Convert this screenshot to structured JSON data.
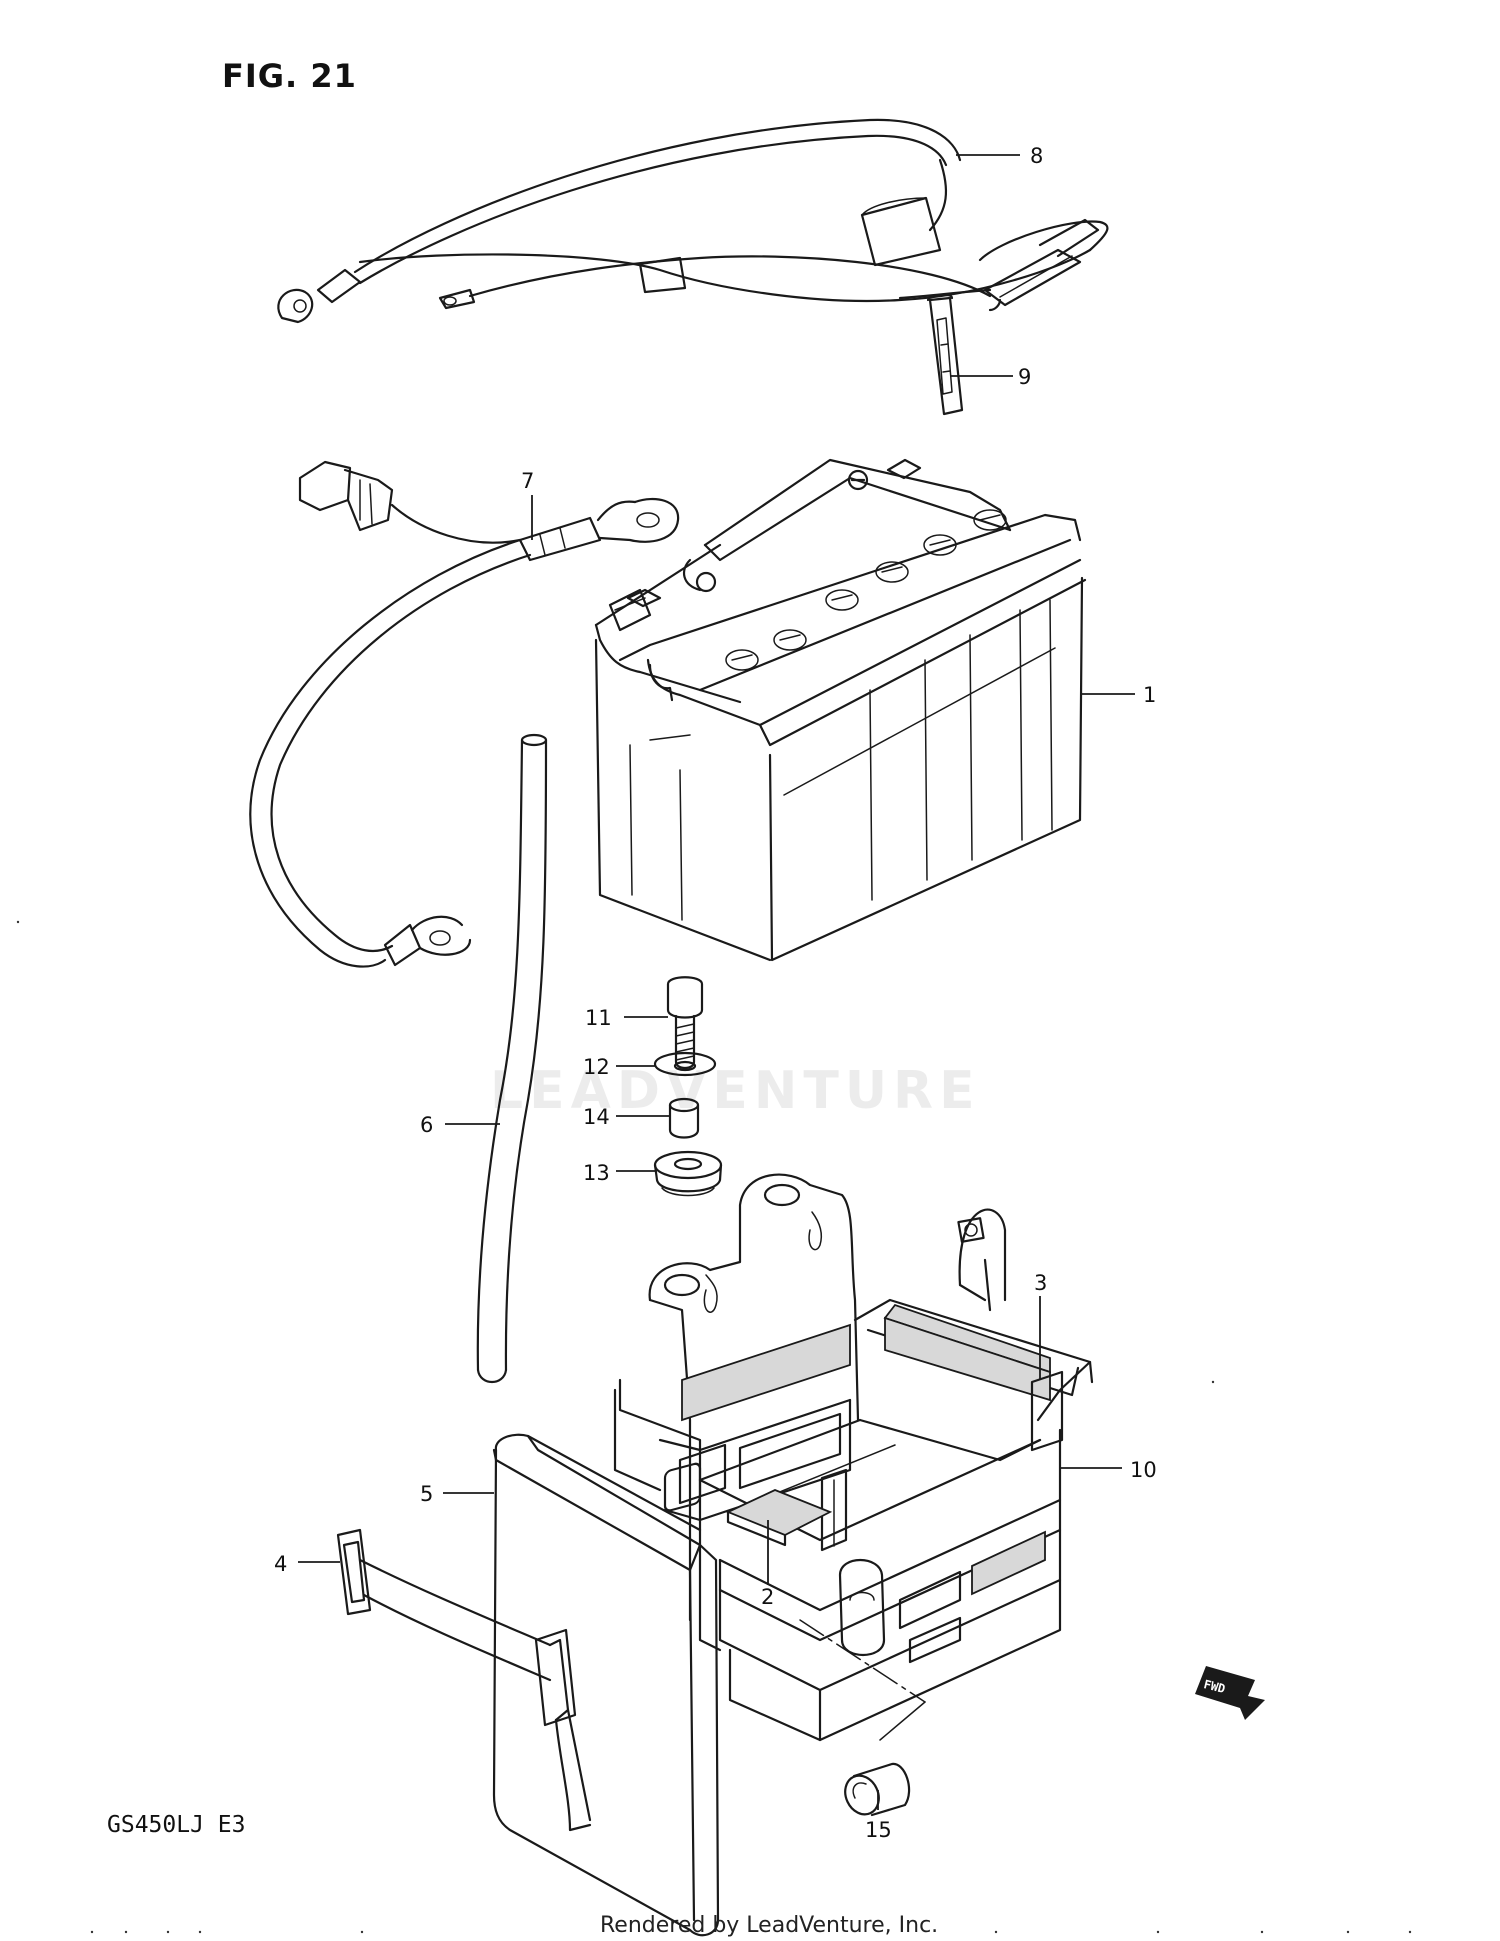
{
  "figure": {
    "title": "FIG. 21",
    "model_code": "GS450LJ  E3",
    "footer": "Rendered by LeadVenture, Inc.",
    "watermark": "LEADVENTURE",
    "direction_badge": "FWD"
  },
  "callouts": [
    {
      "id": "1",
      "label": "1"
    },
    {
      "id": "2",
      "label": "2"
    },
    {
      "id": "3",
      "label": "3"
    },
    {
      "id": "4",
      "label": "4"
    },
    {
      "id": "5",
      "label": "5"
    },
    {
      "id": "6",
      "label": "6"
    },
    {
      "id": "7",
      "label": "7"
    },
    {
      "id": "8",
      "label": "8"
    },
    {
      "id": "9",
      "label": "9"
    },
    {
      "id": "10",
      "label": "10"
    },
    {
      "id": "11",
      "label": "11"
    },
    {
      "id": "12",
      "label": "12"
    },
    {
      "id": "13",
      "label": "13"
    },
    {
      "id": "14",
      "label": "14"
    },
    {
      "id": "15",
      "label": "15"
    }
  ],
  "colors": {
    "line": "#1a1a1a",
    "background": "#ffffff",
    "foam": "#d8d8d8"
  }
}
